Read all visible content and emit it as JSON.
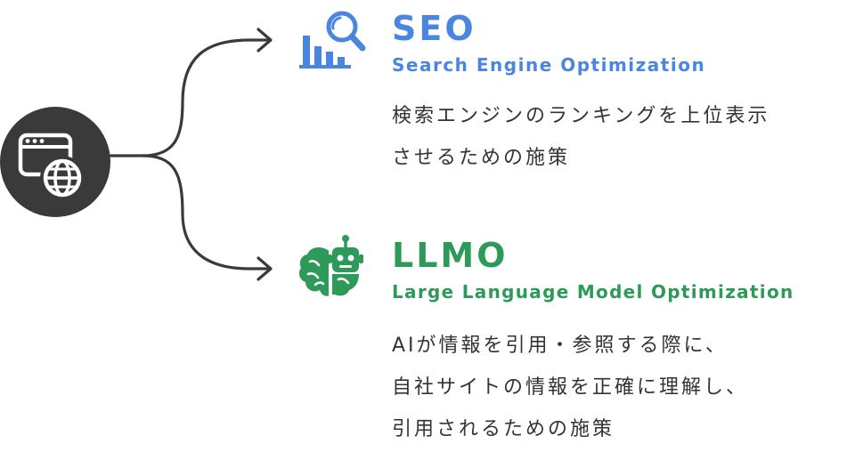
{
  "colors": {
    "seo": "#4a86e0",
    "llmo": "#2e9a5a",
    "hub": "#3a3a3a",
    "connector": "#3a3a3a",
    "text": "#333333"
  },
  "hub": {
    "icon": "browser-globe-icon"
  },
  "branches": {
    "seo": {
      "icon": "search-chart-icon",
      "title": "SEO",
      "subtitle": "Search Engine Optimization",
      "description": [
        "検索エンジンのランキングを上位表示",
        "させるための施策"
      ]
    },
    "llmo": {
      "icon": "ai-brain-icon",
      "title": "LLMO",
      "subtitle": "Large Language Model Optimization",
      "description": [
        "AIが情報を引用・参照する際に、",
        "自社サイトの情報を正確に理解し、",
        "引用されるための施策"
      ]
    }
  }
}
